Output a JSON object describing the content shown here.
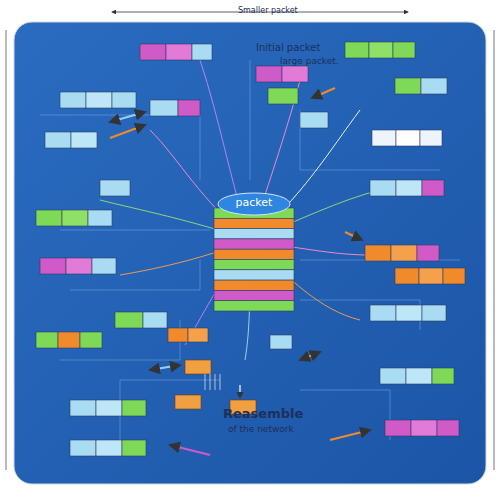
{
  "diagram": {
    "nodes": [
      {
        "text": [
          "packet"
        ]
      }
    ],
    "labels": [
      "Smaller packet",
      "Initial packet",
      "large packet.",
      "Reasemble",
      "of the network"
    ]
  }
}
